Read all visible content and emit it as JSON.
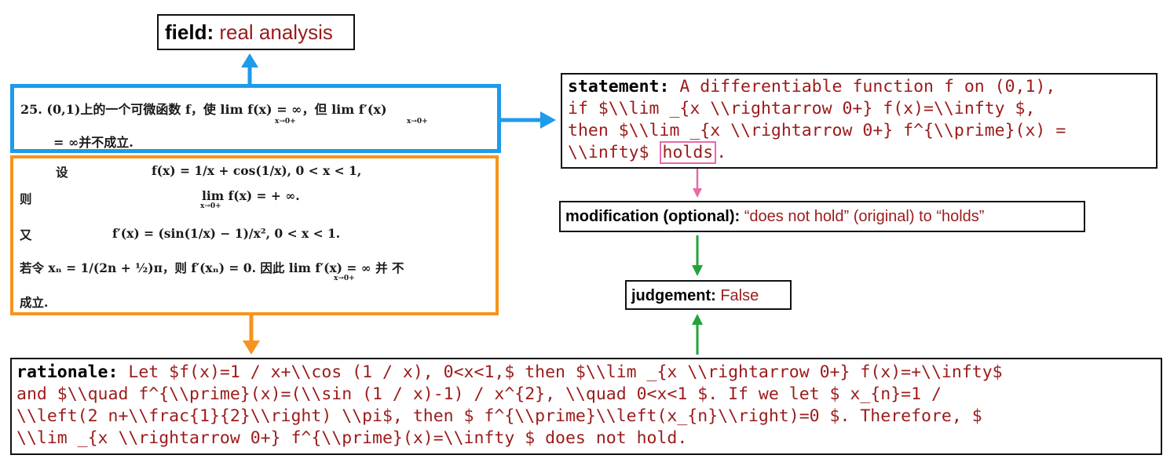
{
  "field": {
    "label": "field:",
    "value": "real analysis"
  },
  "statement": {
    "label": "statement:",
    "line1": " A differentiable function f on (0,1),",
    "line2": "if $\\\\lim _{x \\\\rightarrow 0+} f(x)=\\\\infty $,",
    "line3": "then $\\\\lim _{x \\\\rightarrow 0+} f^{\\\\prime}(x) =",
    "line4_pre": "\\\\infty$ ",
    "line4_mark": "holds",
    "line4_post": "."
  },
  "modification": {
    "label": "modification (optional):",
    "value": " “does not hold” (original)  to “holds”"
  },
  "judgement": {
    "label": "judgement:",
    "value": " False"
  },
  "rationale": {
    "label": "rationale:",
    "line1": " Let $f(x)=1 / x+\\\\cos (1 / x), 0<x<1,$ then $\\\\lim _{x \\\\rightarrow 0+} f(x)=+\\\\infty$",
    "line2": "and $\\\\quad f^{\\\\prime}(x)=(\\\\sin (1 / x)-1) / x^{2}, \\\\quad 0<x<1 $. If we let $ x_{n}=1 /",
    "line3": "\\\\left(2 n+\\\\frac{1}{2}\\\\right) \\\\pi$, then $ f^{\\\\prime}\\\\left(x_{n}\\\\right)=0 $. Therefore, $",
    "line4": "\\\\lim _{x \\\\rightarrow 0+} f^{\\\\prime}(x)=\\\\infty $ does not hold."
  },
  "problem_scan": {
    "line1": "25.  (0,1)上的一个可微函数 f，使 lim f(x) = ∞，但 lim f′(x)",
    "sub1": "x→0+",
    "sub2": "x→0+",
    "line2": "= ∞并不成立."
  },
  "solution_scan": {
    "l1a": "设",
    "l1b": "f(x) = 1/x + cos(1/x), 0 < x < 1,",
    "l2a": "则",
    "l2b": "lim f(x) = + ∞.",
    "l2sub": "x→0+",
    "l3a": "又",
    "l3b": "f′(x) = (sin(1/x) − 1)/x²,    0 < x < 1.",
    "l4": "若令 xₙ = 1/(2n + ½)π，则 f′(xₙ) = 0. 因此 lim f′(x) = ∞ 并 不",
    "l4sub": "x→0+",
    "l5": "成立."
  },
  "colors": {
    "problem_border": "#1e9bea",
    "solution_border": "#f7931e",
    "value_text": "#9b1b1b",
    "highlight": "#e86aa6",
    "arrow_green": "#22a33a"
  }
}
